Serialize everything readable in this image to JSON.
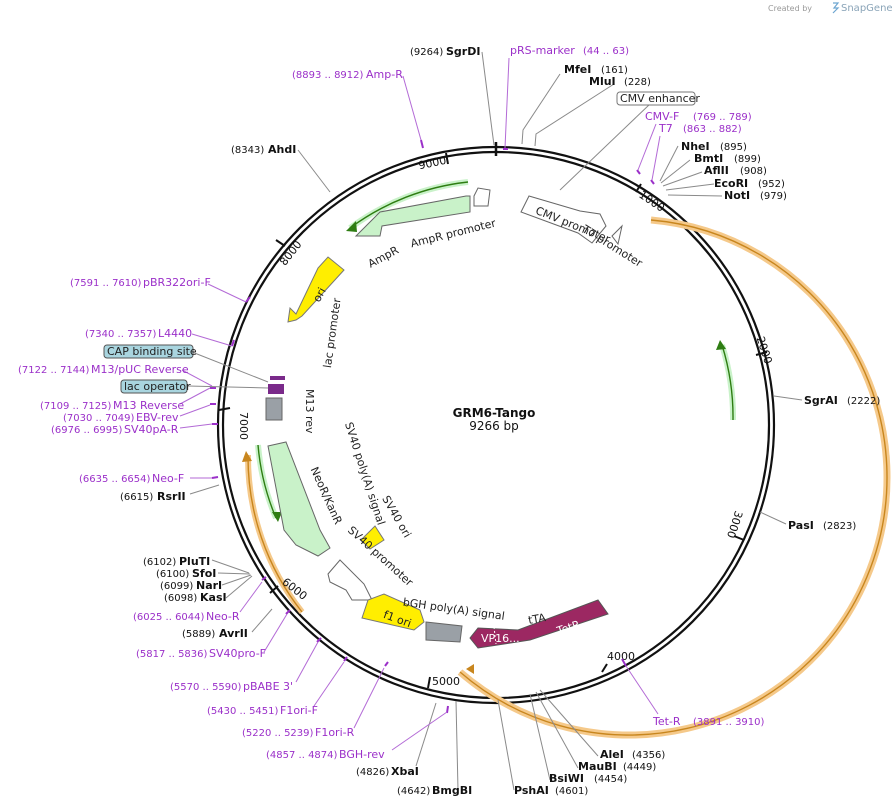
{
  "credit": {
    "created_by": "Created by",
    "brand": "SnapGene"
  },
  "center": {
    "name": "GRM6-Tango",
    "length": "9266 bp"
  },
  "ticks": [
    {
      "label": "1000"
    },
    {
      "label": "2000"
    },
    {
      "label": "3000"
    },
    {
      "label": "4000"
    },
    {
      "label": "5000"
    },
    {
      "label": "6000"
    },
    {
      "label": "7000"
    },
    {
      "label": "8000"
    },
    {
      "label": "9000"
    }
  ],
  "sites": [
    {
      "name": "SgrDI",
      "pos": "(9264)"
    },
    {
      "name": "MfeI",
      "pos": "(161)"
    },
    {
      "name": "MluI",
      "pos": "(228)"
    },
    {
      "name": "NheI",
      "pos": "(895)"
    },
    {
      "name": "BmtI",
      "pos": "(899)"
    },
    {
      "name": "AflII",
      "pos": "(908)"
    },
    {
      "name": "EcoRI",
      "pos": "(952)"
    },
    {
      "name": "NotI",
      "pos": "(979)"
    },
    {
      "name": "SgrAI",
      "pos": "(2222)"
    },
    {
      "name": "PasI",
      "pos": "(2823)"
    },
    {
      "name": "AleI",
      "pos": "(4356)"
    },
    {
      "name": "MauBI",
      "pos": "(4449)"
    },
    {
      "name": "BsiWI",
      "pos": "(4454)"
    },
    {
      "name": "PshAI",
      "pos": "(4601)"
    },
    {
      "name": "BmgBI",
      "pos": "(4642)"
    },
    {
      "name": "XbaI",
      "pos": "(4826)"
    },
    {
      "name": "AvrII",
      "pos": "(5889)"
    },
    {
      "name": "KasI",
      "pos": "(6098)"
    },
    {
      "name": "NarI",
      "pos": "(6099)"
    },
    {
      "name": "SfoI",
      "pos": "(6100)"
    },
    {
      "name": "PluTI",
      "pos": "(6102)"
    },
    {
      "name": "RsrII",
      "pos": "(6615)"
    },
    {
      "name": "AhdI",
      "pos": "(8343)"
    }
  ],
  "primers": [
    {
      "name": "pRS-marker",
      "pos": "(44 .. 63)"
    },
    {
      "name": "Amp-R",
      "pos": "(8893 .. 8912)"
    },
    {
      "name": "CMV-F",
      "pos": "(769 .. 789)"
    },
    {
      "name": "T7",
      "pos": "(863 .. 882)"
    },
    {
      "name": "Tet-R",
      "pos": "(3891 .. 3910)"
    },
    {
      "name": "BGH-rev",
      "pos": "(4857 .. 4874)"
    },
    {
      "name": "F1ori-R",
      "pos": "(5220 .. 5239)"
    },
    {
      "name": "F1ori-F",
      "pos": "(5430 .. 5451)"
    },
    {
      "name": "pBABE 3'",
      "pos": "(5570 .. 5590)"
    },
    {
      "name": "SV40pro-F",
      "pos": "(5817 .. 5836)"
    },
    {
      "name": "Neo-R",
      "pos": "(6025 .. 6044)"
    },
    {
      "name": "Neo-F",
      "pos": "(6635 .. 6654)"
    },
    {
      "name": "SV40pA-R",
      "pos": "(6976 .. 6995)"
    },
    {
      "name": "EBV-rev",
      "pos": "(7030 .. 7049)"
    },
    {
      "name": "M13 Reverse",
      "pos": "(7109 .. 7125)"
    },
    {
      "name": "M13/pUC Reverse",
      "pos": "(7122 .. 7144)"
    },
    {
      "name": "L4440",
      "pos": "(7340 .. 7357)"
    },
    {
      "name": "pBR322ori-F",
      "pos": "(7591 .. 7610)"
    }
  ],
  "boxed_features": [
    {
      "name": "CMV enhancer"
    },
    {
      "name": "CAP binding site"
    },
    {
      "name": "lac operator"
    }
  ],
  "features": {
    "cmv_promoter": "CMV promoter",
    "t7_promoter": "T7 promoter",
    "ampr_promoter": "AmpR promoter",
    "ampr": "AmpR",
    "ori": "ori",
    "lac_promoter": "lac promoter",
    "m13_rev": "M13 rev",
    "sv40_polya": "SV40 poly(A) signal",
    "neor": "NeoR/KanR",
    "sv40_ori": "SV40 ori",
    "sv40_promoter": "SV40 promoter",
    "bgh_polya": "bGH poly(A) signal",
    "f1_ori": "f1 ori",
    "tta": "tTA",
    "tetr": "TetR",
    "vp16": "VP16..."
  },
  "colors": {
    "backbone": "#111111",
    "primer": "#9b30c9",
    "orf": "#f5c98a",
    "orf_border": "#c8861e",
    "green_arrow": "#2e7d12",
    "ampr_fill": "#c9f2c9",
    "ori_fill": "#ffee00",
    "tetr_fill": "#9c2862",
    "gray_feature": "#9aa0a6",
    "teal_box": "#a9d5df"
  }
}
